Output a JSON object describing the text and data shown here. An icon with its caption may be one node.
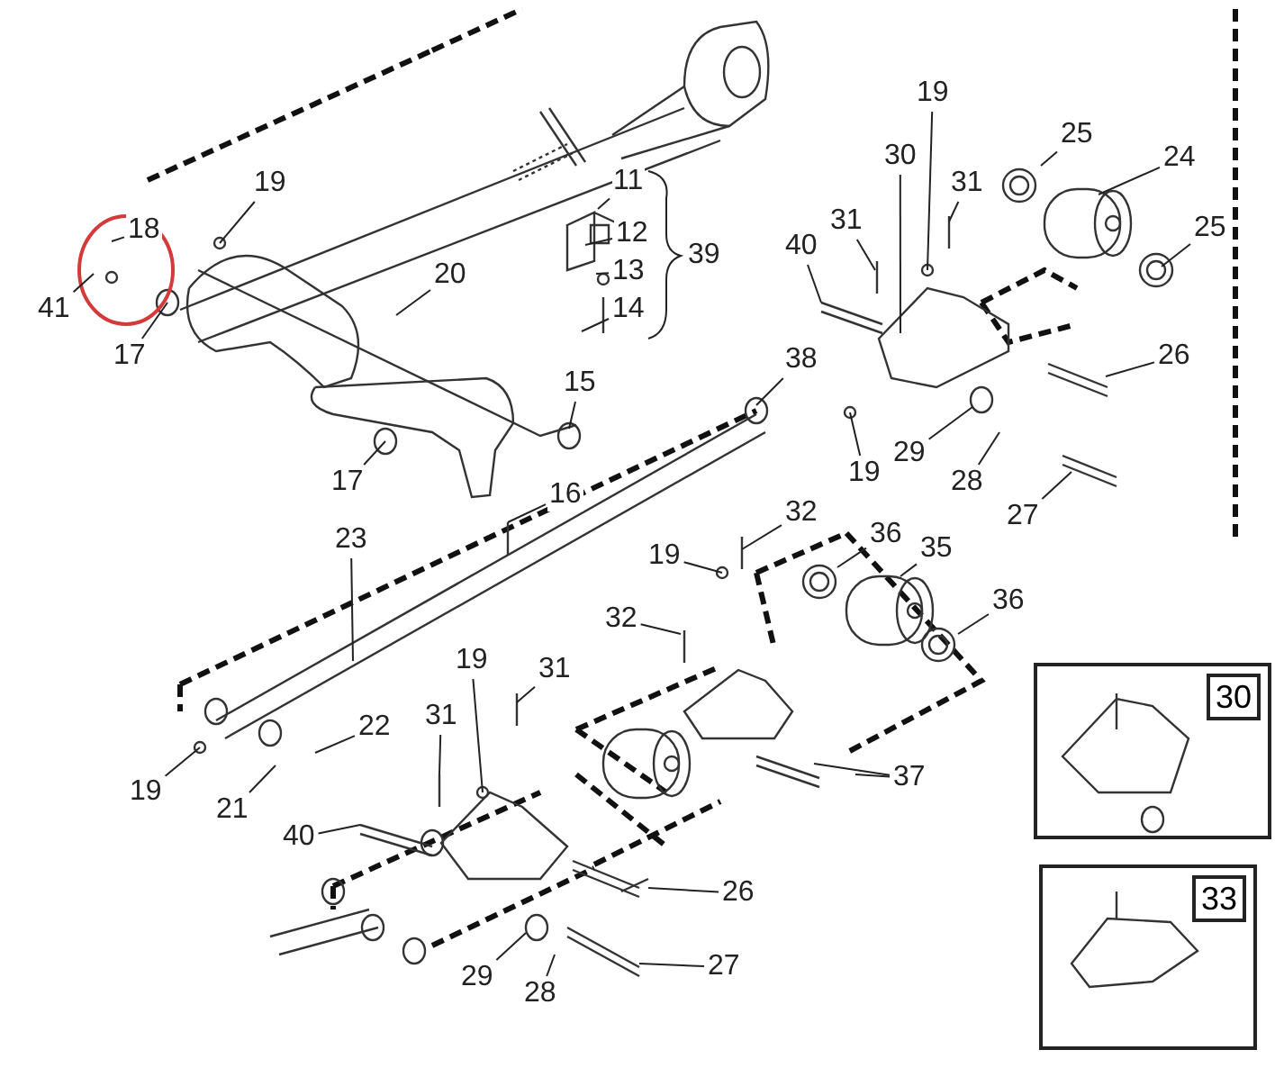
{
  "diagram": {
    "nodes": [
      {
        "text": [
          "19"
        ]
      },
      {
        "text": [
          "18"
        ]
      },
      {
        "text": [
          "41"
        ]
      },
      {
        "text": [
          "17"
        ]
      },
      {
        "text": [
          "20"
        ]
      },
      {
        "text": [
          "11"
        ]
      },
      {
        "text": [
          "12"
        ]
      },
      {
        "text": [
          "13"
        ]
      },
      {
        "text": [
          "14"
        ]
      },
      {
        "text": [
          "15"
        ]
      },
      {
        "text": [
          "17"
        ]
      },
      {
        "text": [
          "16"
        ]
      },
      {
        "text": [
          "23"
        ]
      },
      {
        "text": [
          "19"
        ]
      },
      {
        "text": [
          "30"
        ]
      },
      {
        "text": [
          "31"
        ]
      },
      {
        "text": [
          "40"
        ]
      },
      {
        "text": [
          "31"
        ]
      },
      {
        "text": [
          "25"
        ]
      },
      {
        "text": [
          "24"
        ]
      },
      {
        "text": [
          "25"
        ]
      },
      {
        "text": [
          "26"
        ]
      },
      {
        "text": [
          "38"
        ]
      },
      {
        "text": [
          "19"
        ]
      },
      {
        "text": [
          "29"
        ]
      },
      {
        "text": [
          "28"
        ]
      },
      {
        "text": [
          "27"
        ]
      },
      {
        "text": [
          "32"
        ]
      },
      {
        "text": [
          "36"
        ]
      },
      {
        "text": [
          "35"
        ]
      },
      {
        "text": [
          "36"
        ]
      },
      {
        "text": [
          "19"
        ]
      },
      {
        "text": [
          "32"
        ]
      },
      {
        "text": [
          "31"
        ]
      },
      {
        "text": [
          "19"
        ]
      },
      {
        "text": [
          "22"
        ]
      },
      {
        "text": [
          "19"
        ]
      },
      {
        "text": [
          "21"
        ]
      },
      {
        "text": [
          "31"
        ]
      },
      {
        "text": [
          "37"
        ]
      },
      {
        "text": [
          "40"
        ]
      },
      {
        "text": [
          "26"
        ]
      },
      {
        "text": [
          "29"
        ]
      },
      {
        "text": [
          "28"
        ]
      },
      {
        "text": [
          "27"
        ]
      },
      {
        "text": [
          "30"
        ]
      },
      {
        "text": [
          "33"
        ]
      }
    ],
    "edges": [
      {
        "from": 0,
        "to": null,
        "arrow": "none"
      },
      {
        "from": 1,
        "to": null,
        "arrow": "none"
      },
      {
        "from": 2,
        "to": null,
        "arrow": "none"
      },
      {
        "from": 3,
        "to": null,
        "arrow": "none"
      },
      {
        "from": 4,
        "to": null,
        "arrow": "none"
      },
      {
        "from": 5,
        "to": null,
        "arrow": "none"
      },
      {
        "from": 6,
        "to": null,
        "arrow": "none"
      },
      {
        "from": 7,
        "to": null,
        "arrow": "none"
      },
      {
        "from": 8,
        "to": null,
        "arrow": "none"
      },
      {
        "from": 9,
        "to": null,
        "arrow": "none"
      },
      {
        "from": 10,
        "to": null,
        "arrow": "none"
      },
      {
        "from": 11,
        "to": null,
        "arrow": "none"
      },
      {
        "from": 12,
        "to": null,
        "arrow": "none"
      },
      {
        "from": 13,
        "to": null,
        "arrow": "none"
      },
      {
        "from": 14,
        "to": null,
        "arrow": "none"
      },
      {
        "from": 15,
        "to": null,
        "arrow": "none"
      },
      {
        "from": 16,
        "to": null,
        "arrow": "none"
      },
      {
        "from": 17,
        "to": null,
        "arrow": "none"
      },
      {
        "from": 18,
        "to": null,
        "arrow": "none"
      },
      {
        "from": 19,
        "to": null,
        "arrow": "none"
      },
      {
        "from": 20,
        "to": null,
        "arrow": "none"
      },
      {
        "from": 21,
        "to": null,
        "arrow": "none"
      },
      {
        "from": 22,
        "to": null,
        "arrow": "none"
      },
      {
        "from": 23,
        "to": null,
        "arrow": "none"
      },
      {
        "from": 24,
        "to": null,
        "arrow": "none"
      },
      {
        "from": 25,
        "to": null,
        "arrow": "none"
      },
      {
        "from": 26,
        "to": null,
        "arrow": "none"
      },
      {
        "from": 27,
        "to": null,
        "arrow": "none"
      },
      {
        "from": 28,
        "to": null,
        "arrow": "none"
      },
      {
        "from": 29,
        "to": null,
        "arrow": "none"
      },
      {
        "from": 30,
        "to": null,
        "arrow": "none"
      },
      {
        "from": 31,
        "to": null,
        "arrow": "none"
      },
      {
        "from": 32,
        "to": null,
        "arrow": "none"
      },
      {
        "from": 33,
        "to": null,
        "arrow": "none"
      },
      {
        "from": 34,
        "to": null,
        "arrow": "none"
      },
      {
        "from": 35,
        "to": null,
        "arrow": "none"
      },
      {
        "from": 36,
        "to": null,
        "arrow": "none"
      },
      {
        "from": 37,
        "to": null,
        "arrow": "none"
      },
      {
        "from": 38,
        "to": null,
        "arrow": "none"
      },
      {
        "from": 39,
        "to": null,
        "arrow": "none"
      },
      {
        "from": 39,
        "to": null,
        "arrow": "none"
      },
      {
        "from": 40,
        "to": null,
        "arrow": "none"
      },
      {
        "from": 41,
        "to": null,
        "arrow": "none"
      },
      {
        "from": 42,
        "to": null,
        "arrow": "none"
      },
      {
        "from": 43,
        "to": null,
        "arrow": "none"
      },
      {
        "from": 44,
        "to": null,
        "arrow": "none"
      }
    ],
    "labels": [
      "39"
    ]
  }
}
